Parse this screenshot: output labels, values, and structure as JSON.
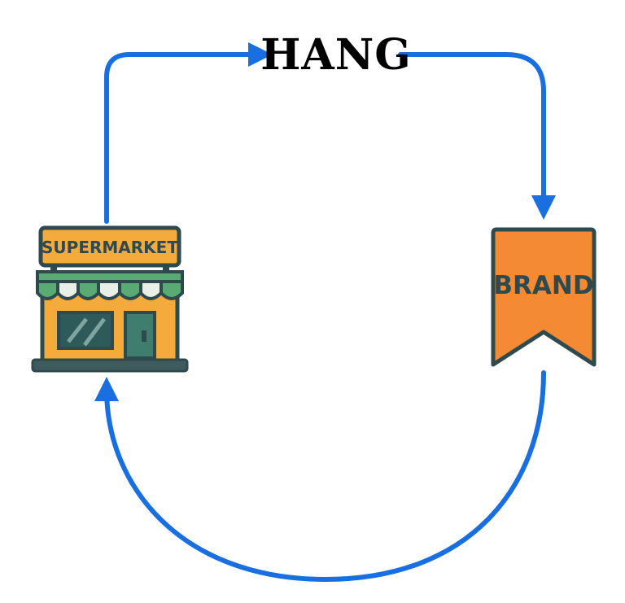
{
  "nodes": {
    "hang": {
      "label": "HANG"
    },
    "supermarket": {
      "label": "SUPERMARKET"
    },
    "brand": {
      "label": "BRAND"
    }
  },
  "colors": {
    "arrow": "#1a6fe0",
    "outline": "#2f4a4f",
    "store_body": "#f5aa3c",
    "store_sign": "#f5aa3c",
    "awning_green": "#5aaa73",
    "awning_light": "#e8efe6",
    "window_glass": "#2f5a5a",
    "door": "#3f7e6e",
    "brand_banner": "#f58a34",
    "text_dark": "#2f4a4f",
    "hang_text": "#000000"
  }
}
